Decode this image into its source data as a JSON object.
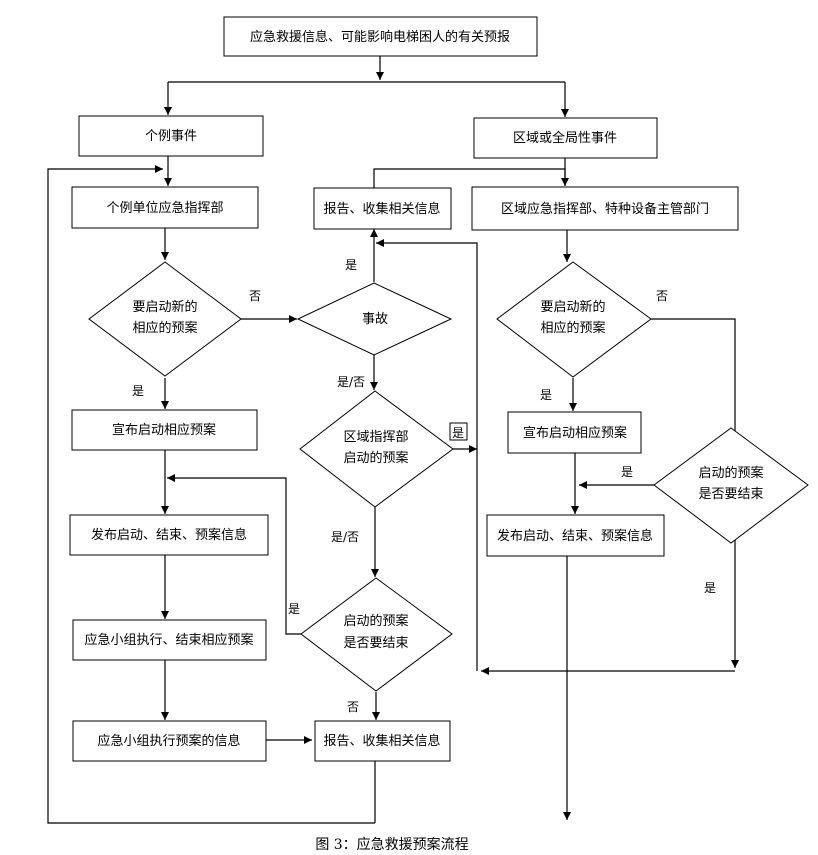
{
  "nodes": {
    "n_top": "应急救援信息、可能影响电梯困人的有关预报",
    "n_single": "个例事件",
    "n_regional": "区域或全局性事件",
    "n_unit_cmd": "个例单位应急指挥部",
    "n_report_top": "报告、收集相关信息",
    "n_region_cmd": "区域应急指挥部、特种设备主管部门",
    "d_new_plan_left_1": "要启动新的",
    "d_new_plan_left_2": "相应的预案",
    "d_accident": "事故",
    "d_new_plan_right_1": "要启动新的",
    "d_new_plan_right_2": "相应的预案",
    "n_announce_left": "宣布启动相应预案",
    "d_region_started_1": "区域指挥部",
    "d_region_started_2": "启动的预案",
    "n_announce_right": "宣布启动相应预案",
    "d_end_right_1": "启动的预案",
    "d_end_right_2": "是否要结束",
    "n_publish_left": "发布启动、结束、预案信息",
    "n_publish_right": "发布启动、结束、预案信息",
    "n_team_exec": "应急小组执行、结束相应预案",
    "d_end_mid_1": "启动的预案",
    "d_end_mid_2": "是否要结束",
    "n_team_info": "应急小组执行预案的信息",
    "n_report_bottom": "报告、收集相关信息"
  },
  "edge_labels": {
    "no_left_diamond": "否",
    "yes_accident": "是",
    "yesno_accident": "是/否",
    "no_right_diamond": "否",
    "yes_left_diamond": "是",
    "yes_region_diamond": "是",
    "yes_right_diamond": "是",
    "yes_end_right": "是",
    "yesno_region": "是/否",
    "yes_end_mid": "是",
    "yes_end_right_down": "是",
    "no_end_mid": "否"
  },
  "caption": "图 3：应急救援预案流程"
}
